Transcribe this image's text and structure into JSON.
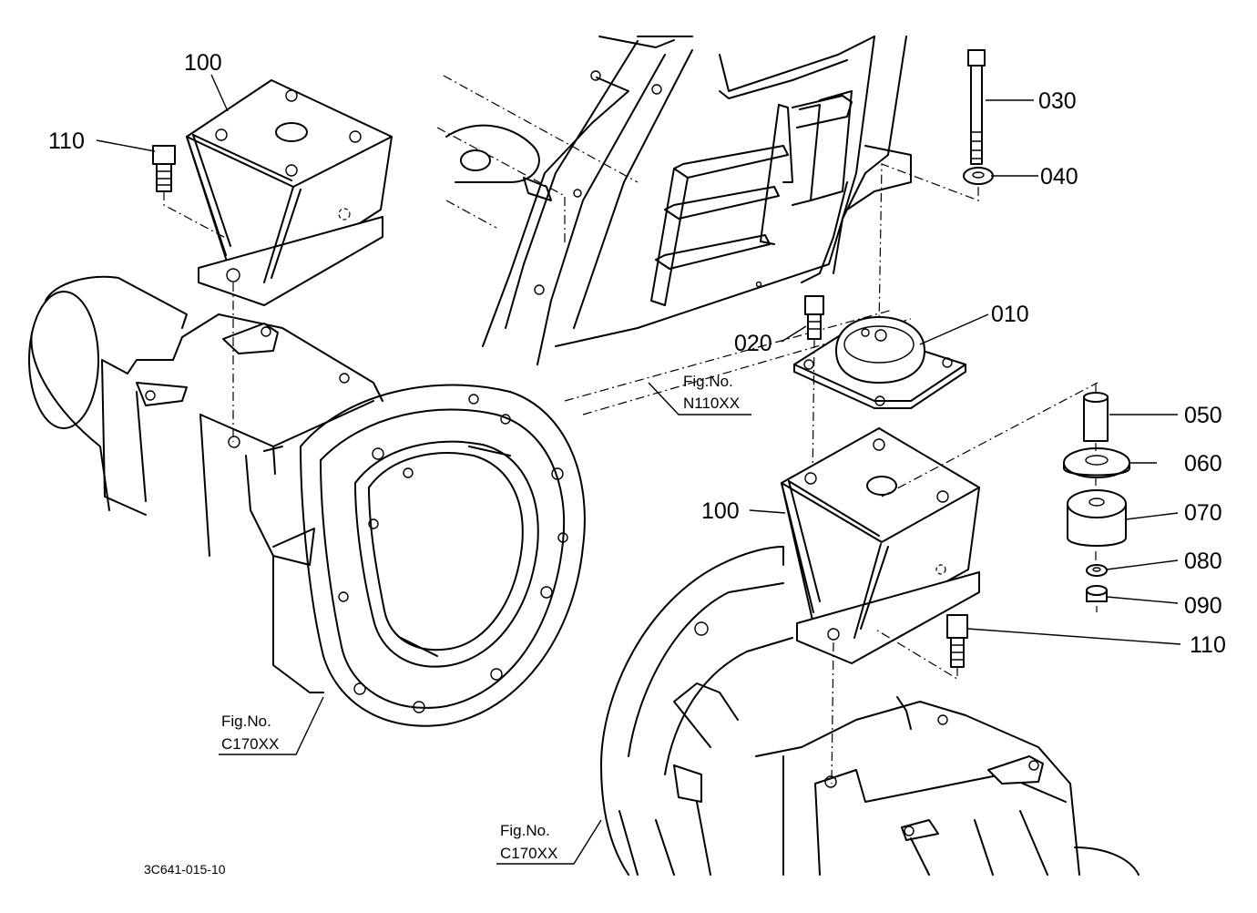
{
  "diagram": {
    "part_labels": {
      "p100_top": "100",
      "p110_top": "110",
      "p030": "030",
      "p040": "040",
      "p010": "010",
      "p020": "020",
      "p050": "050",
      "p060": "060",
      "p070": "070",
      "p080": "080",
      "p090": "090",
      "p100_right": "100",
      "p110_right": "110"
    },
    "figure_refs": {
      "n110_line1": "Fig.No.",
      "n110_line2": "N110XX",
      "c170_left_line1": "Fig.No.",
      "c170_left_line2": "C170XX",
      "c170_bottom_line1": "Fig.No.",
      "c170_bottom_line2": "C170XX"
    },
    "drawing_code": "3C641-015-10"
  }
}
